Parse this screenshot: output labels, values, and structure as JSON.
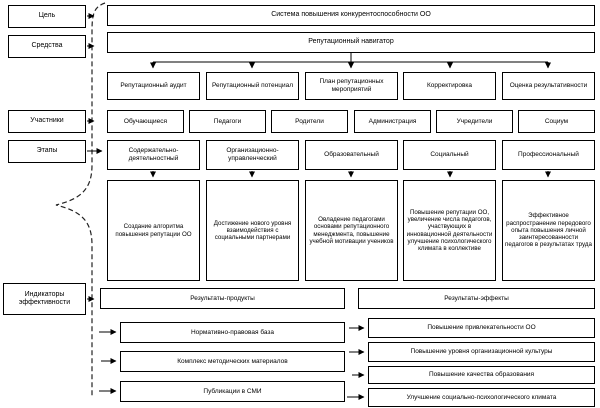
{
  "left_labels": {
    "goal": "Цель",
    "means": "Средства",
    "participants": "Участники",
    "stages": "Этапы",
    "indicators": "Индикаторы эффективности"
  },
  "system": {
    "title": "Система повышения конкурентоспособности ОО",
    "navigator": "Репутационный навигатор"
  },
  "navigator_steps": [
    "Репутационный аудит",
    "Репутационный потенциал",
    "План репутационных мероприятий",
    "Корректировка",
    "Оценка результативности"
  ],
  "participants": [
    "Обучающиеся",
    "Педагоги",
    "Родители",
    "Администрация",
    "Учредители",
    "Социум"
  ],
  "stages": [
    "Содержательно-деятельностный",
    "Организационно-управленческий",
    "Образовательный",
    "Социальный",
    "Профессиональный"
  ],
  "stage_outcomes": [
    "Создание алгоритма повышения репутации ОО",
    "Достижение нового уровня взаимодействия с социальными партнерами",
    "Овладение педагогами основами репутационного менеджмента, повышение учебной мотивации учеников",
    "Повышение репутации ОО, увеличение числа педагогов, участвующих в инновационной деятельности улучшение психологического климата в коллективе",
    "Эффективное распространение передового опыта повышения личной заинтересованности педагогов в результатах труда"
  ],
  "results": {
    "products_header": "Результаты-продукты",
    "effects_header": "Результаты-эффекты",
    "products": [
      "Нормативно-правовая база",
      "Комплекс методических материалов",
      "Публикации в СМИ"
    ],
    "effects": [
      "Повышение привлекательности ОО",
      "Повышение уровня организационной культуры",
      "Повышение качества образования",
      "Улучшение социально-психологического климата"
    ]
  },
  "colors": {
    "line": "#000000",
    "background": "#ffffff",
    "text": "#000000"
  }
}
